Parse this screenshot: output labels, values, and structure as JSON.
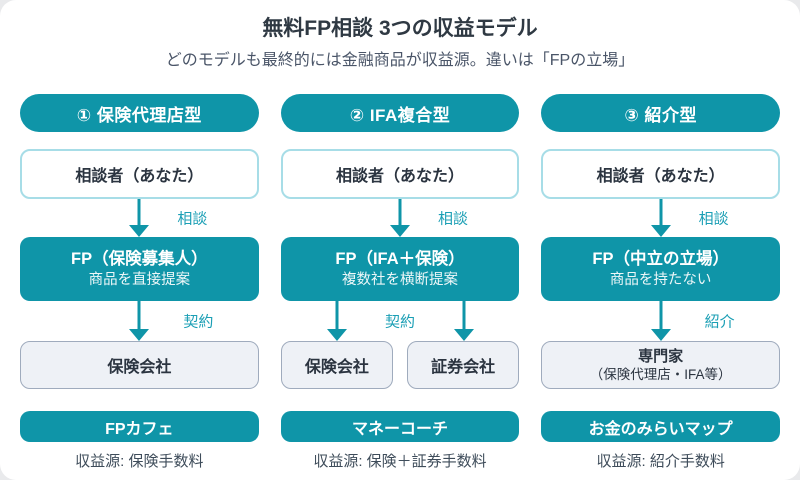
{
  "title": "無料FP相談 3つの収益モデル",
  "subtitle": "どのモデルも最終的には金融商品が収益源。違いは「FPの立場」",
  "colors": {
    "accent_teal": "#0f95a8",
    "arrow_label_teal": "#1b9fb5",
    "consulter_border": "#a7dde7",
    "company_bg": "#eef1f6",
    "company_border": "#9fabbd",
    "title_text": "#2f3943",
    "subtitle_text": "#4a5568",
    "source_text": "#3e4c5a"
  },
  "models": [
    {
      "header": "① 保険代理店型",
      "consulter": "相談者（あなた）",
      "arrow1_label": "相談",
      "fp_title": "FP（保険募集人）",
      "fp_sub": "商品を直接提案",
      "arrow2_label": "契約",
      "companies": [
        "保険会社"
      ],
      "brand": "FPカフェ",
      "source": "収益源: 保険手数料"
    },
    {
      "header": "② IFA複合型",
      "consulter": "相談者（あなた）",
      "arrow1_label": "相談",
      "fp_title": "FP（IFA＋保険）",
      "fp_sub": "複数社を横断提案",
      "arrow2_label": "契約",
      "companies": [
        "保険会社",
        "証券会社"
      ],
      "brand": "マネーコーチ",
      "source": "収益源: 保険＋証券手数料"
    },
    {
      "header": "③ 紹介型",
      "consulter": "相談者（あなた）",
      "arrow1_label": "相談",
      "fp_title": "FP（中立の立場）",
      "fp_sub": "商品を持たない",
      "arrow2_label": "紹介",
      "companies": [
        "専門家"
      ],
      "company_sub": "（保険代理店・IFA等）",
      "brand": "お金のみらいマップ",
      "source": "収益源: 紹介手数料"
    }
  ]
}
